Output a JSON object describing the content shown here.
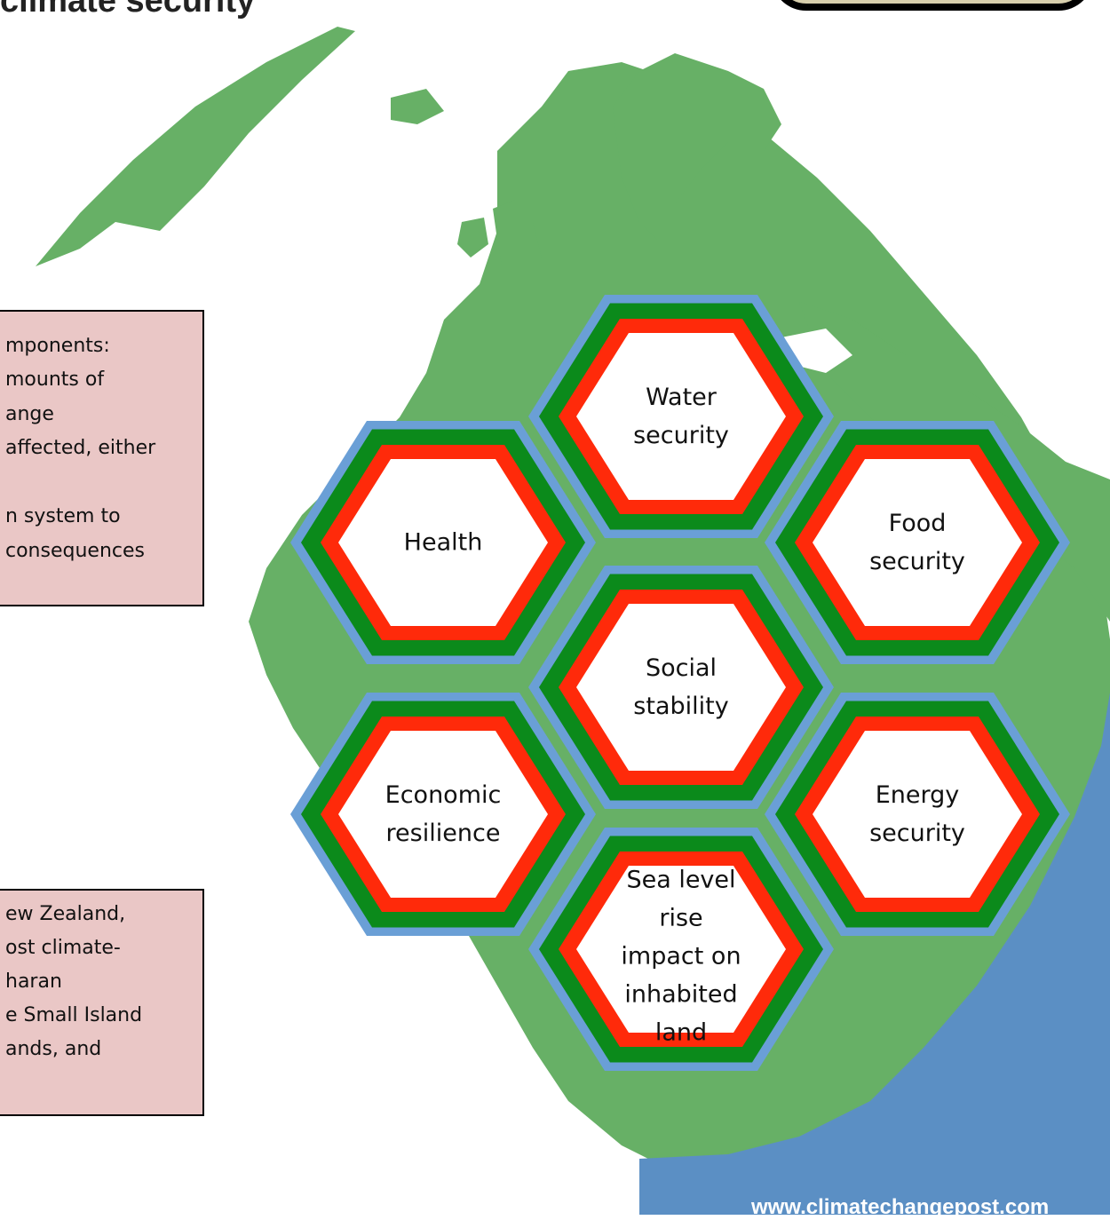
{
  "header": {
    "title": "climate security",
    "badge_text": ")"
  },
  "note_top": {
    "lines": [
      "mponents:",
      "mounts of",
      "ange",
      "affected, either",
      "",
      "n system to",
      " consequences"
    ]
  },
  "note_bottom": {
    "lines": [
      "ew Zealand,",
      "ost climate-",
      "haran",
      "e Small Island",
      "ands, and"
    ]
  },
  "hexagons": [
    {
      "id": "water",
      "lines": [
        "Water",
        "security"
      ]
    },
    {
      "id": "health",
      "lines": [
        "Health"
      ]
    },
    {
      "id": "food",
      "lines": [
        "Food",
        "security"
      ]
    },
    {
      "id": "social",
      "lines": [
        "Social",
        "stability"
      ]
    },
    {
      "id": "economic",
      "lines": [
        "Economic",
        "resilience"
      ]
    },
    {
      "id": "energy",
      "lines": [
        "Energy",
        "security"
      ]
    },
    {
      "id": "sealevel",
      "lines": [
        "Sea level",
        "rise",
        "impact on",
        "inhabited",
        "land"
      ]
    }
  ],
  "footer": {
    "url": "www.climatechangepost.com"
  },
  "colors": {
    "land": "#67b066",
    "land_dark": "#4f9a56",
    "ocean_blue": "#5b8fc4",
    "hex_outer": "#6a9fd6",
    "hex_green": "#0b8a1b",
    "hex_red": "#ff2a0a",
    "note_fill": "#eac7c6",
    "pill_fill": "#d8cfad"
  }
}
